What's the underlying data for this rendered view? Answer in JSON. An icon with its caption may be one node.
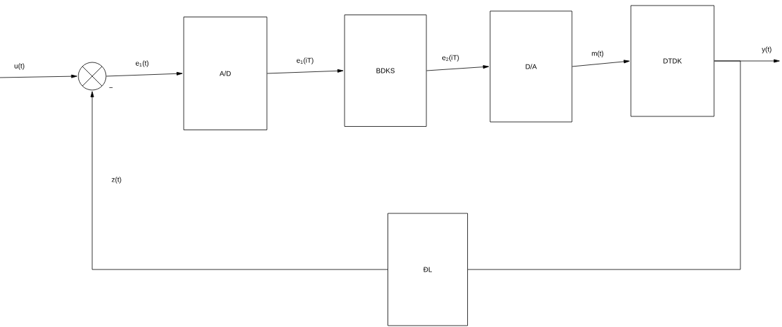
{
  "diagram": {
    "nodes": [
      {
        "text": [],
        "shape": "circle",
        "beside": [
          "−"
        ]
      },
      {
        "text": [
          "A/D"
        ]
      },
      {
        "text": [
          "BDKS"
        ]
      },
      {
        "text": [
          "D/A"
        ]
      },
      {
        "text": [
          "DTDK"
        ]
      },
      {
        "text": [
          "ĐL"
        ]
      }
    ],
    "edges": [
      {
        "from": null,
        "to": 0,
        "arrow": "to",
        "label": "u(t)"
      },
      {
        "from": 0,
        "to": 1,
        "arrow": "to",
        "label": "e$_{1}$(t)"
      },
      {
        "from": 1,
        "to": 2,
        "arrow": "to",
        "label": "e$_{1}$(iT)"
      },
      {
        "from": 2,
        "to": 3,
        "arrow": "to",
        "label": "e$_{2}$(iT)"
      },
      {
        "from": 3,
        "to": 4,
        "arrow": "to",
        "label": "m(t)"
      },
      {
        "from": 4,
        "to": null,
        "arrow": "to",
        "label": "y(t)"
      },
      {
        "from": 4,
        "to": 5,
        "arrow": "none"
      },
      {
        "from": 5,
        "to": 0,
        "arrow": "to",
        "label": "z(t)"
      }
    ]
  }
}
